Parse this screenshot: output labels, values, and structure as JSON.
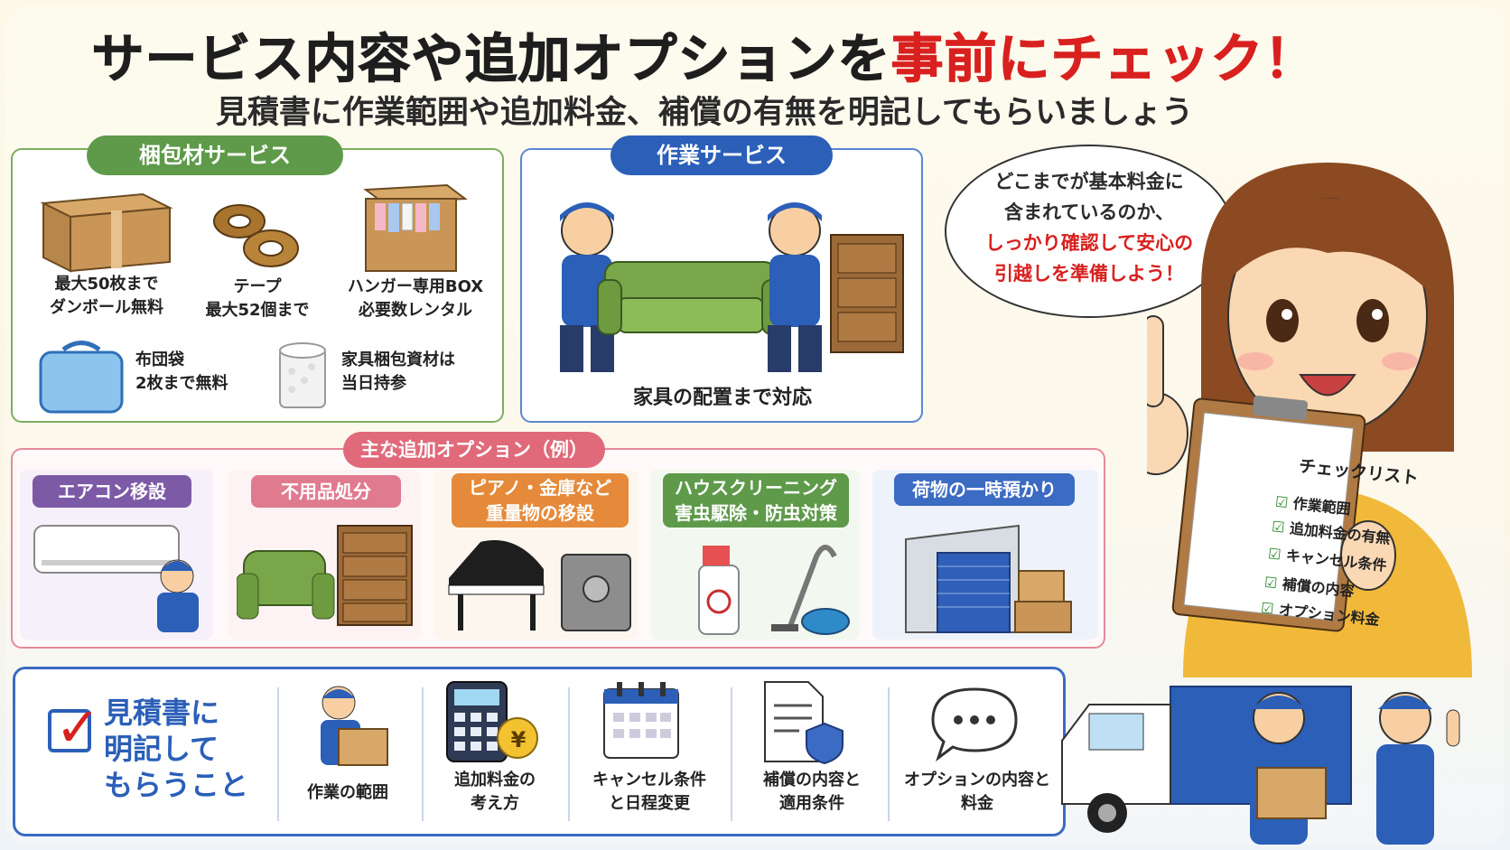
{
  "title": {
    "main": "サービス内容や追加オプションを",
    "accent": "事前にチェック！"
  },
  "subtitle": "見積書に作業範囲や追加料金、補償の有無を明記してもらいましょう",
  "packing": {
    "tag": "梱包材サービス",
    "items": [
      {
        "line1": "最大50枚まで",
        "line2": "ダンボール無料"
      },
      {
        "line1": "テープ",
        "line2": "最大52個まで"
      },
      {
        "line1": "ハンガー専用BOX",
        "line2": "必要数レンタル"
      },
      {
        "line1": "布団袋",
        "line2": "2枚まで無料"
      },
      {
        "line1": "家具梱包資材は",
        "line2": "当日持参"
      }
    ]
  },
  "work": {
    "tag": "作業サービス",
    "caption": "家具の配置まで対応"
  },
  "bubble": {
    "line1": "どこまでが基本料金に",
    "line2": "含まれているのか、",
    "line3": "しっかり確認して安心の",
    "line4": "引越しを準備しよう！"
  },
  "options": {
    "tag": "主な追加オプション（例）",
    "items": [
      {
        "line1": "エアコン移設",
        "line2": "",
        "color": "#7c5aa6"
      },
      {
        "line1": "不用品処分",
        "line2": "",
        "color": "#e07a8f"
      },
      {
        "line1": "ピアノ・金庫など",
        "line2": "重量物の移設",
        "color": "#e58a3a"
      },
      {
        "line1": "ハウスクリーニング",
        "line2": "害虫駆除・防虫対策",
        "color": "#5e9a4a"
      },
      {
        "line1": "荷物の一時預かり",
        "line2": "",
        "color": "#3b6bc2"
      }
    ]
  },
  "checklist": {
    "title": "チェックリスト",
    "items": [
      "作業範囲",
      "追加料金の有無",
      "キャンセル条件",
      "補償の内容",
      "オプション料金"
    ]
  },
  "bottom": {
    "title_l1": "見積書に",
    "title_l2": "明記して",
    "title_l3": "もらうこと",
    "items": [
      {
        "line1": "作業の範囲",
        "line2": ""
      },
      {
        "line1": "追加料金の",
        "line2": "考え方"
      },
      {
        "line1": "キャンセル条件",
        "line2": "と日程変更"
      },
      {
        "line1": "補償の内容と",
        "line2": "適用条件"
      },
      {
        "line1": "オプションの内容と",
        "line2": "料金"
      }
    ],
    "yen": "¥"
  },
  "colors": {
    "green": "#5e9a4a",
    "blue": "#2b5fb8",
    "red": "#d8211f",
    "pink": "#e06a7a"
  }
}
